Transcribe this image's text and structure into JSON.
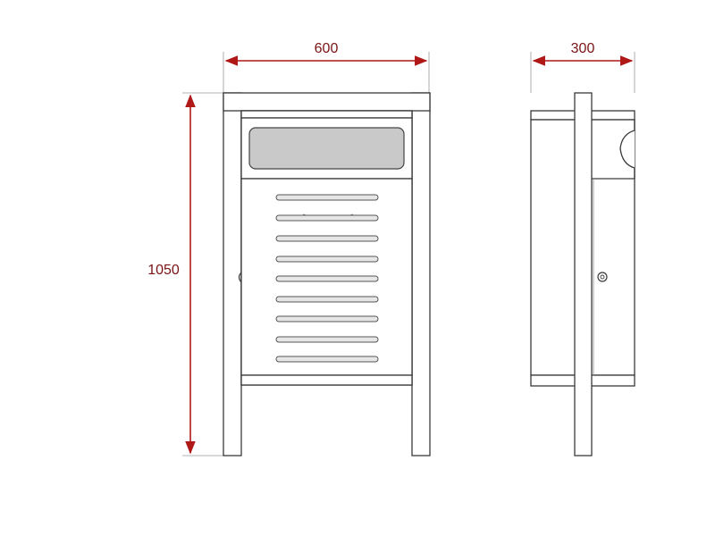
{
  "dimensions": {
    "front_width": "600",
    "height": "1050",
    "side_depth": "300"
  },
  "colors": {
    "dimension_line": "#b01818",
    "dimension_text": "#7a1414",
    "outline": "#3a3a3a",
    "window_fill": "#c9c9c9",
    "background": "#ffffff"
  },
  "front_view": {
    "louver_count": 9,
    "has_viewing_window": true,
    "has_side_hinge": true
  },
  "side_view": {
    "has_lock": true,
    "has_handle_cutout": true
  }
}
